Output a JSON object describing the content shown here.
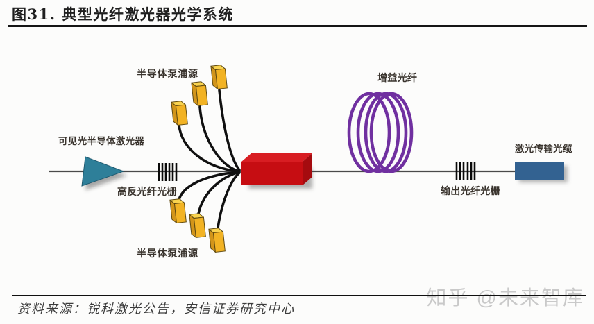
{
  "title": "图31. 典型光纤激光器光学系统",
  "diagram": {
    "labels": {
      "visible_laser": "可见光半导体激光器",
      "hr_grating": "高反光纤光栅",
      "pump_top": "半导体泵浦源",
      "pump_bottom": "半导体泵浦源",
      "gain_fiber": "增益光纤",
      "output_grating": "输出光纤光栅",
      "delivery_cable": "激光传输光缆"
    },
    "components": [
      "visible-light-laser-diode",
      "high-reflection-fiber-grating",
      "pump-sources-top x3",
      "pump-sources-bottom x3",
      "pump-combiner",
      "gain-fiber-coil",
      "output-fiber-grating",
      "laser-delivery-cable"
    ]
  },
  "colors": {
    "main_line": "#4a4a4a",
    "fiber_line": "#101010",
    "grating": "#0a0a0a",
    "laser_triangle": "#2e7f99",
    "laser_triangle_edge": "#1f5a70",
    "gain_coil": "#7030a0",
    "cable_box": "#336291",
    "combiner_front": "#c60d12",
    "combiner_top": "#d81d22",
    "combiner_side": "#a50b0f",
    "pump_box_front": "#f2b324",
    "pump_box_top": "#f9d34f",
    "pump_box_side": "#d2951a",
    "pump_box_outline": "#5f4a12"
  },
  "footer": {
    "source": "资料来源：锐科激光公告，安信证券研究中心"
  },
  "watermark": "知乎 @未来智库"
}
